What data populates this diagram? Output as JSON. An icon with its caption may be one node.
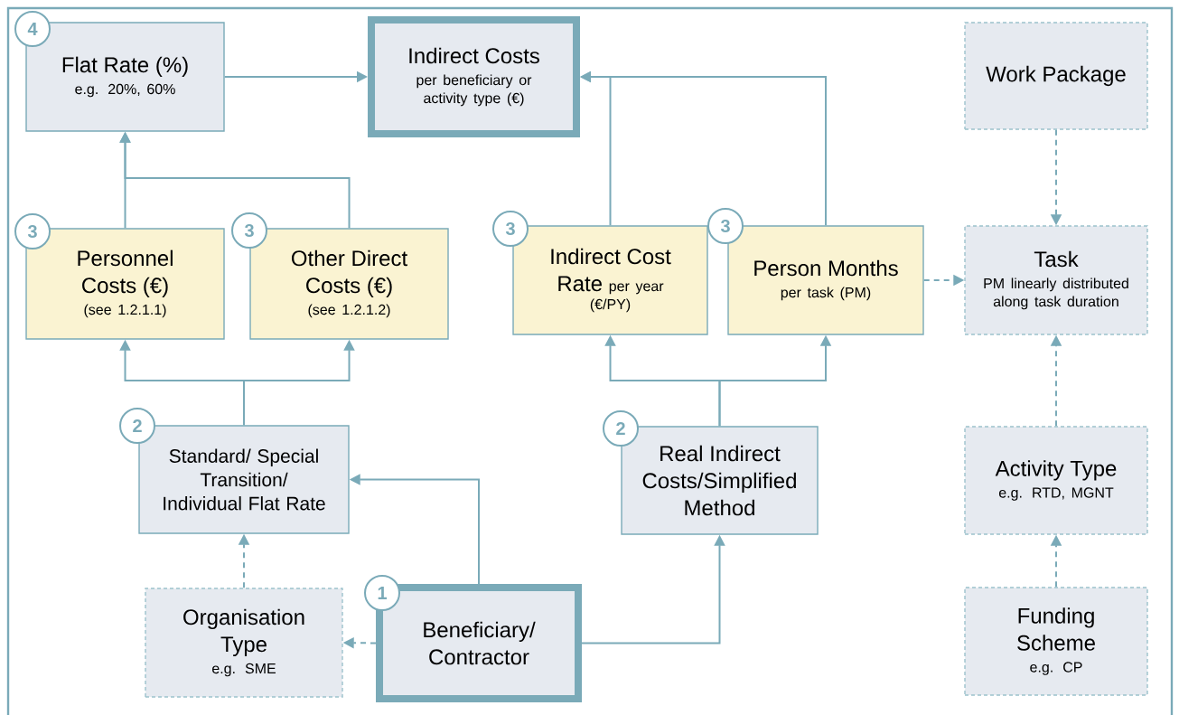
{
  "diagram": {
    "nodes": [
      {
        "text": [
          "Flat Rate (%)",
          "e.g. 20%, 60%"
        ]
      },
      {
        "text": [
          "Indirect Costs",
          "per beneficiary or activity type (€)"
        ]
      },
      {
        "text": [
          "Work Package"
        ]
      },
      {
        "text": [
          "Personnel Costs (€)",
          "(see 1.2.1.1)"
        ]
      },
      {
        "text": [
          "Other Direct Costs (€)",
          "(see 1.2.1.2)"
        ]
      },
      {
        "text": [
          "Indirect Cost Rate",
          "per year",
          "(€/PY)"
        ]
      },
      {
        "text": [
          "Person Months",
          "per task (PM)"
        ]
      },
      {
        "text": [
          "Task",
          "PM linearly distributed along task duration"
        ]
      },
      {
        "text": [
          "Standard/ Special Transition/ Individual Flat Rate"
        ]
      },
      {
        "text": [
          "Real Indirect Costs/Simplified Method"
        ]
      },
      {
        "text": [
          "Activity Type",
          "e.g. RTD, MGNT"
        ]
      },
      {
        "text": [
          "Organisation Type",
          "e.g. SME"
        ]
      },
      {
        "text": [
          "Beneficiary/ Contractor"
        ]
      },
      {
        "text": [
          "Funding Scheme",
          "e.g. CP"
        ]
      },
      {
        "text": [
          "4"
        ]
      },
      {
        "text": [
          "3"
        ]
      },
      {
        "text": [
          "3"
        ]
      },
      {
        "text": [
          "3"
        ]
      },
      {
        "text": [
          "3"
        ]
      },
      {
        "text": [
          "2"
        ]
      },
      {
        "text": [
          "2"
        ]
      },
      {
        "text": [
          "1"
        ]
      }
    ],
    "edges": [
      {
        "from": 0,
        "to": 1,
        "arrow": "to"
      },
      {
        "from": 3,
        "to": 0,
        "arrow": "to"
      },
      {
        "from": 4,
        "to": 0,
        "arrow": "to"
      },
      {
        "from": 5,
        "to": 1,
        "arrow": "to"
      },
      {
        "from": 6,
        "to": 1,
        "arrow": "to"
      },
      {
        "from": 2,
        "to": 7,
        "arrow": "to",
        "style": "dashed"
      },
      {
        "from": 6,
        "to": 7,
        "arrow": "to",
        "style": "dashed"
      },
      {
        "from": 8,
        "to": 3,
        "arrow": "to"
      },
      {
        "from": 8,
        "to": 4,
        "arrow": "to"
      },
      {
        "from": 9,
        "to": 5,
        "arrow": "to"
      },
      {
        "from": 9,
        "to": 6,
        "arrow": "to"
      },
      {
        "from": 10,
        "to": 7,
        "arrow": "to",
        "style": "dashed"
      },
      {
        "from": 12,
        "to": 8,
        "arrow": "to"
      },
      {
        "from": 11,
        "to": 8,
        "arrow": "to",
        "style": "dashed"
      },
      {
        "from": 12,
        "to": 11,
        "arrow": "to",
        "style": "dashed"
      },
      {
        "from": 12,
        "to": 9,
        "arrow": "to"
      },
      {
        "from": 13,
        "to": 10,
        "arrow": "to",
        "style": "dashed"
      }
    ]
  }
}
